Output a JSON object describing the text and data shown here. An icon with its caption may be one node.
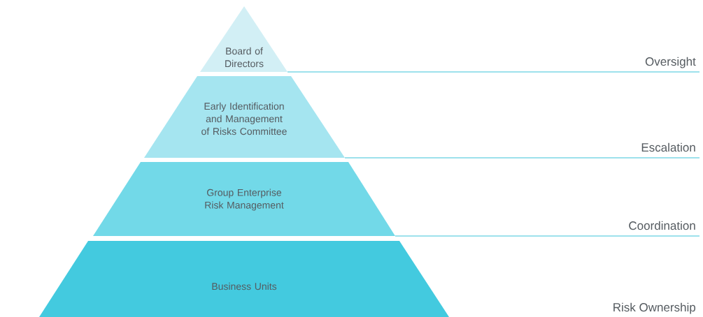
{
  "diagram": {
    "nodes": [
      {
        "text": [
          "Board of Directors"
        ]
      },
      {
        "text": [
          "Early Identification and Management of Risks Committee"
        ]
      },
      {
        "text": [
          "Group Enterprise Risk Management"
        ]
      },
      {
        "text": [
          "Business Units"
        ]
      }
    ],
    "labels": [
      "Oversight",
      "Escalation",
      "Coordination",
      "Risk Ownership"
    ]
  }
}
